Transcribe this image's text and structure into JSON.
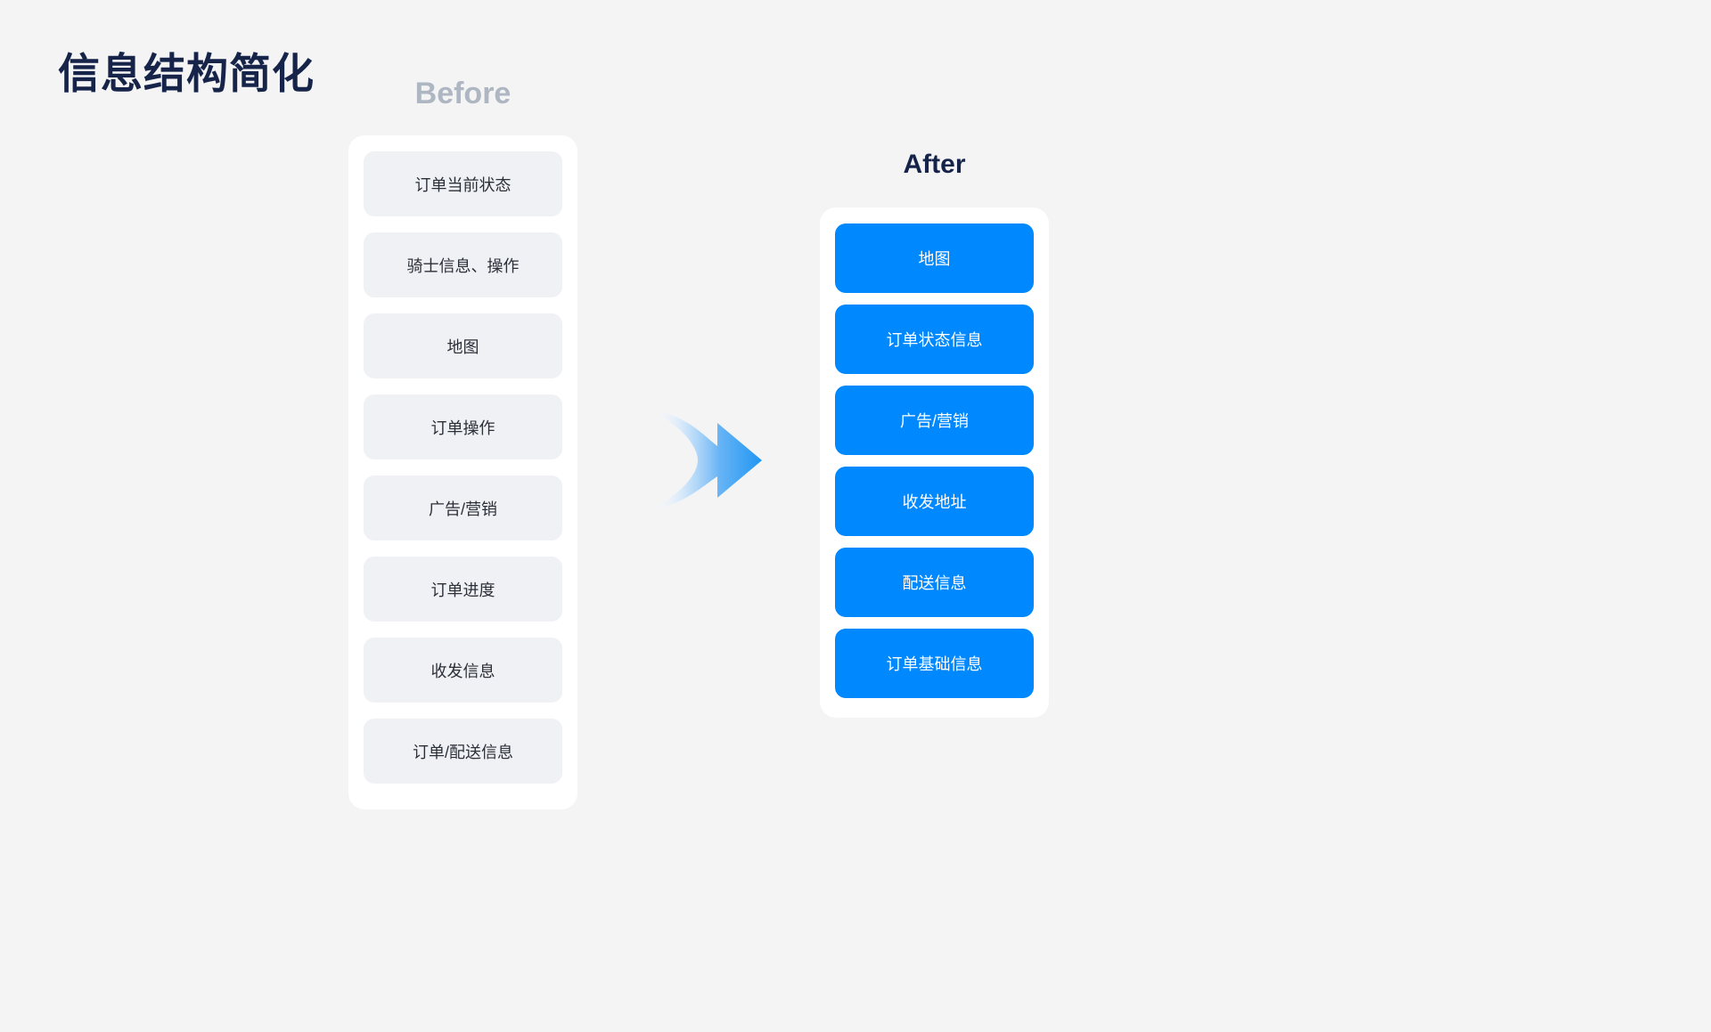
{
  "page": {
    "title": "信息结构简化",
    "background_color": "#f4f4f5",
    "title_color": "#16244a"
  },
  "before": {
    "heading": "Before",
    "heading_color": "#aeb6c2",
    "item_bg_color": "#eff1f5",
    "item_text_color": "#2b2f38",
    "items": [
      {
        "label": "订单当前状态"
      },
      {
        "label": "骑士信息、操作"
      },
      {
        "label": "地图"
      },
      {
        "label": "订单操作"
      },
      {
        "label": "广告/营销"
      },
      {
        "label": "订单进度"
      },
      {
        "label": "收发信息"
      },
      {
        "label": "订单/配送信息"
      }
    ]
  },
  "after": {
    "heading": "After",
    "heading_color": "#16244a",
    "item_bg_color": "#0088ff",
    "item_text_color": "#ffffff",
    "items": [
      {
        "label": "地图"
      },
      {
        "label": "订单状态信息"
      },
      {
        "label": "广告/营销"
      },
      {
        "label": "收发地址"
      },
      {
        "label": "配送信息"
      },
      {
        "label": "订单基础信息"
      }
    ]
  },
  "arrow": {
    "icon": "swoosh-arrow-right-icon",
    "gradient_from": "#ffffff",
    "gradient_to": "#2196f3"
  }
}
